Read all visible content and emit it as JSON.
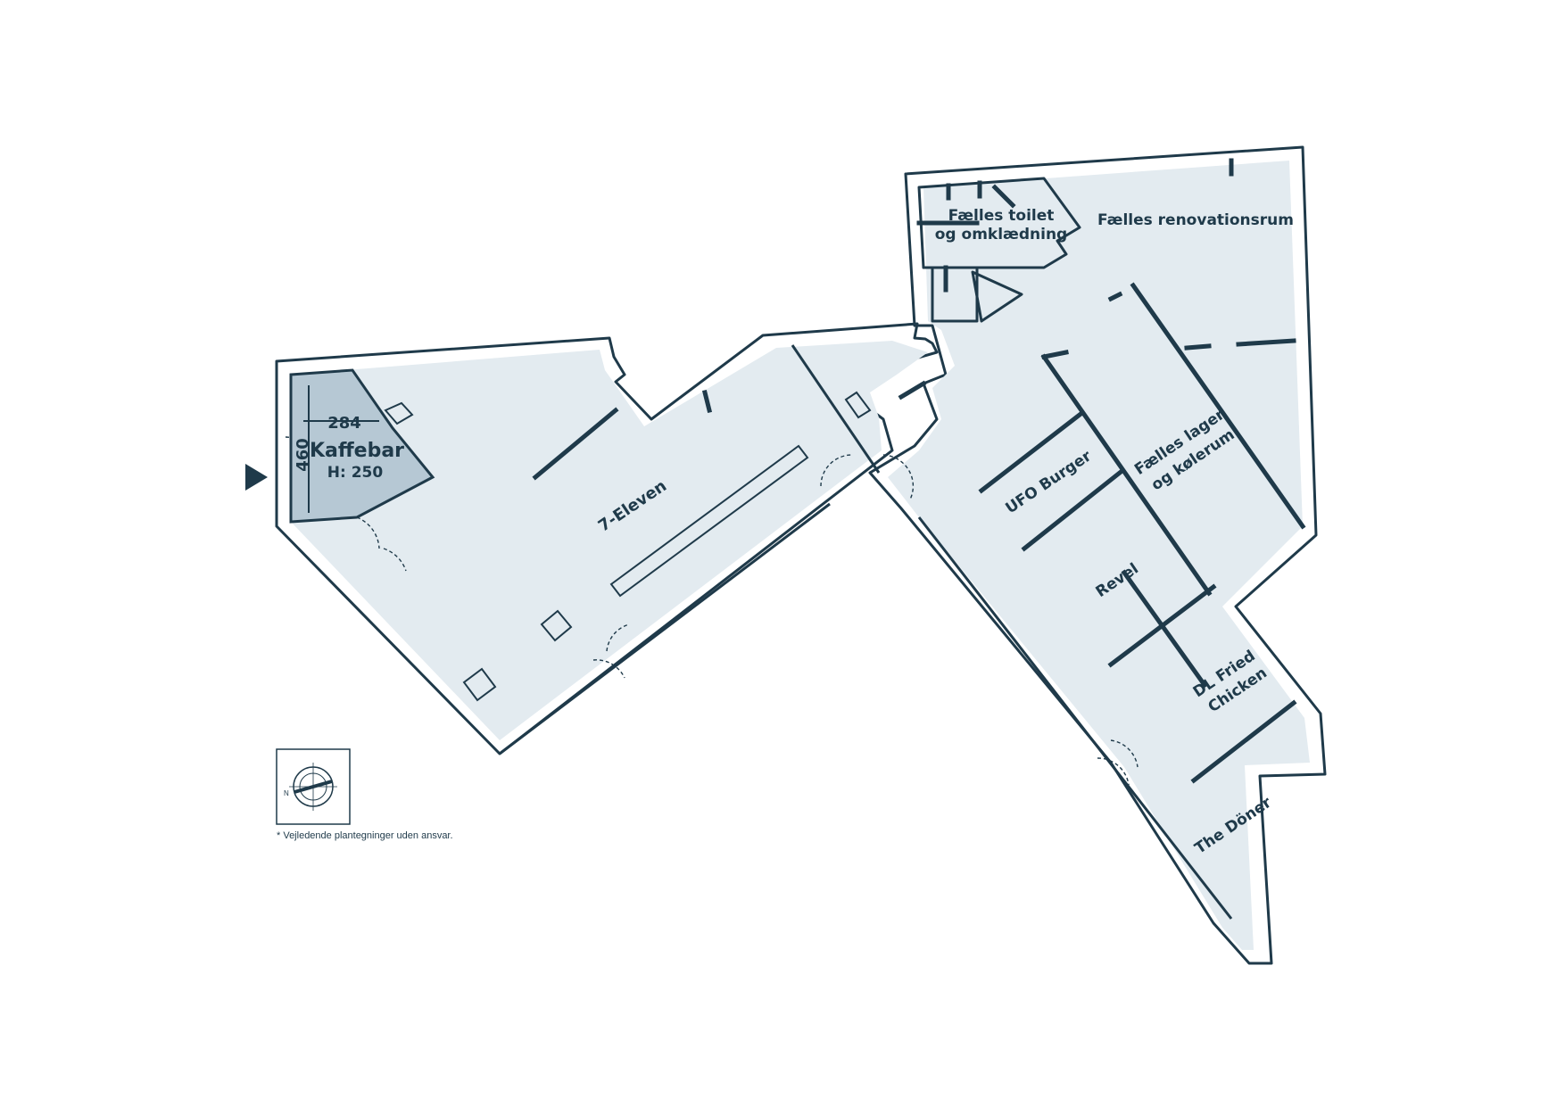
{
  "colors": {
    "wall": "#1f3a4a",
    "floor": "#e3ebf0",
    "highlight": "#b6c8d4",
    "background": "#ffffff"
  },
  "highlight_unit": {
    "name": "Kaffebar",
    "height_label": "H: 250",
    "width_dim": "284",
    "depth_dim": "460"
  },
  "rooms": {
    "seven_eleven": "7-Eleven",
    "toilet_line1": "Fælles toilet",
    "toilet_line2": "og omklædning",
    "renovation": "Fælles renovationsrum",
    "storage_line1": "Fælles lager",
    "storage_line2": "og kølerum",
    "ufo_burger": "UFO Burger",
    "revel": "Revel",
    "dl_line1": "DL Fried",
    "dl_line2": "Chicken",
    "doner": "The Döner"
  },
  "icons": {
    "entrance": "entrance-arrow-icon",
    "compass": "compass-icon",
    "compass_north": "N"
  },
  "footnote": "* Vejledende plantegninger uden ansvar."
}
